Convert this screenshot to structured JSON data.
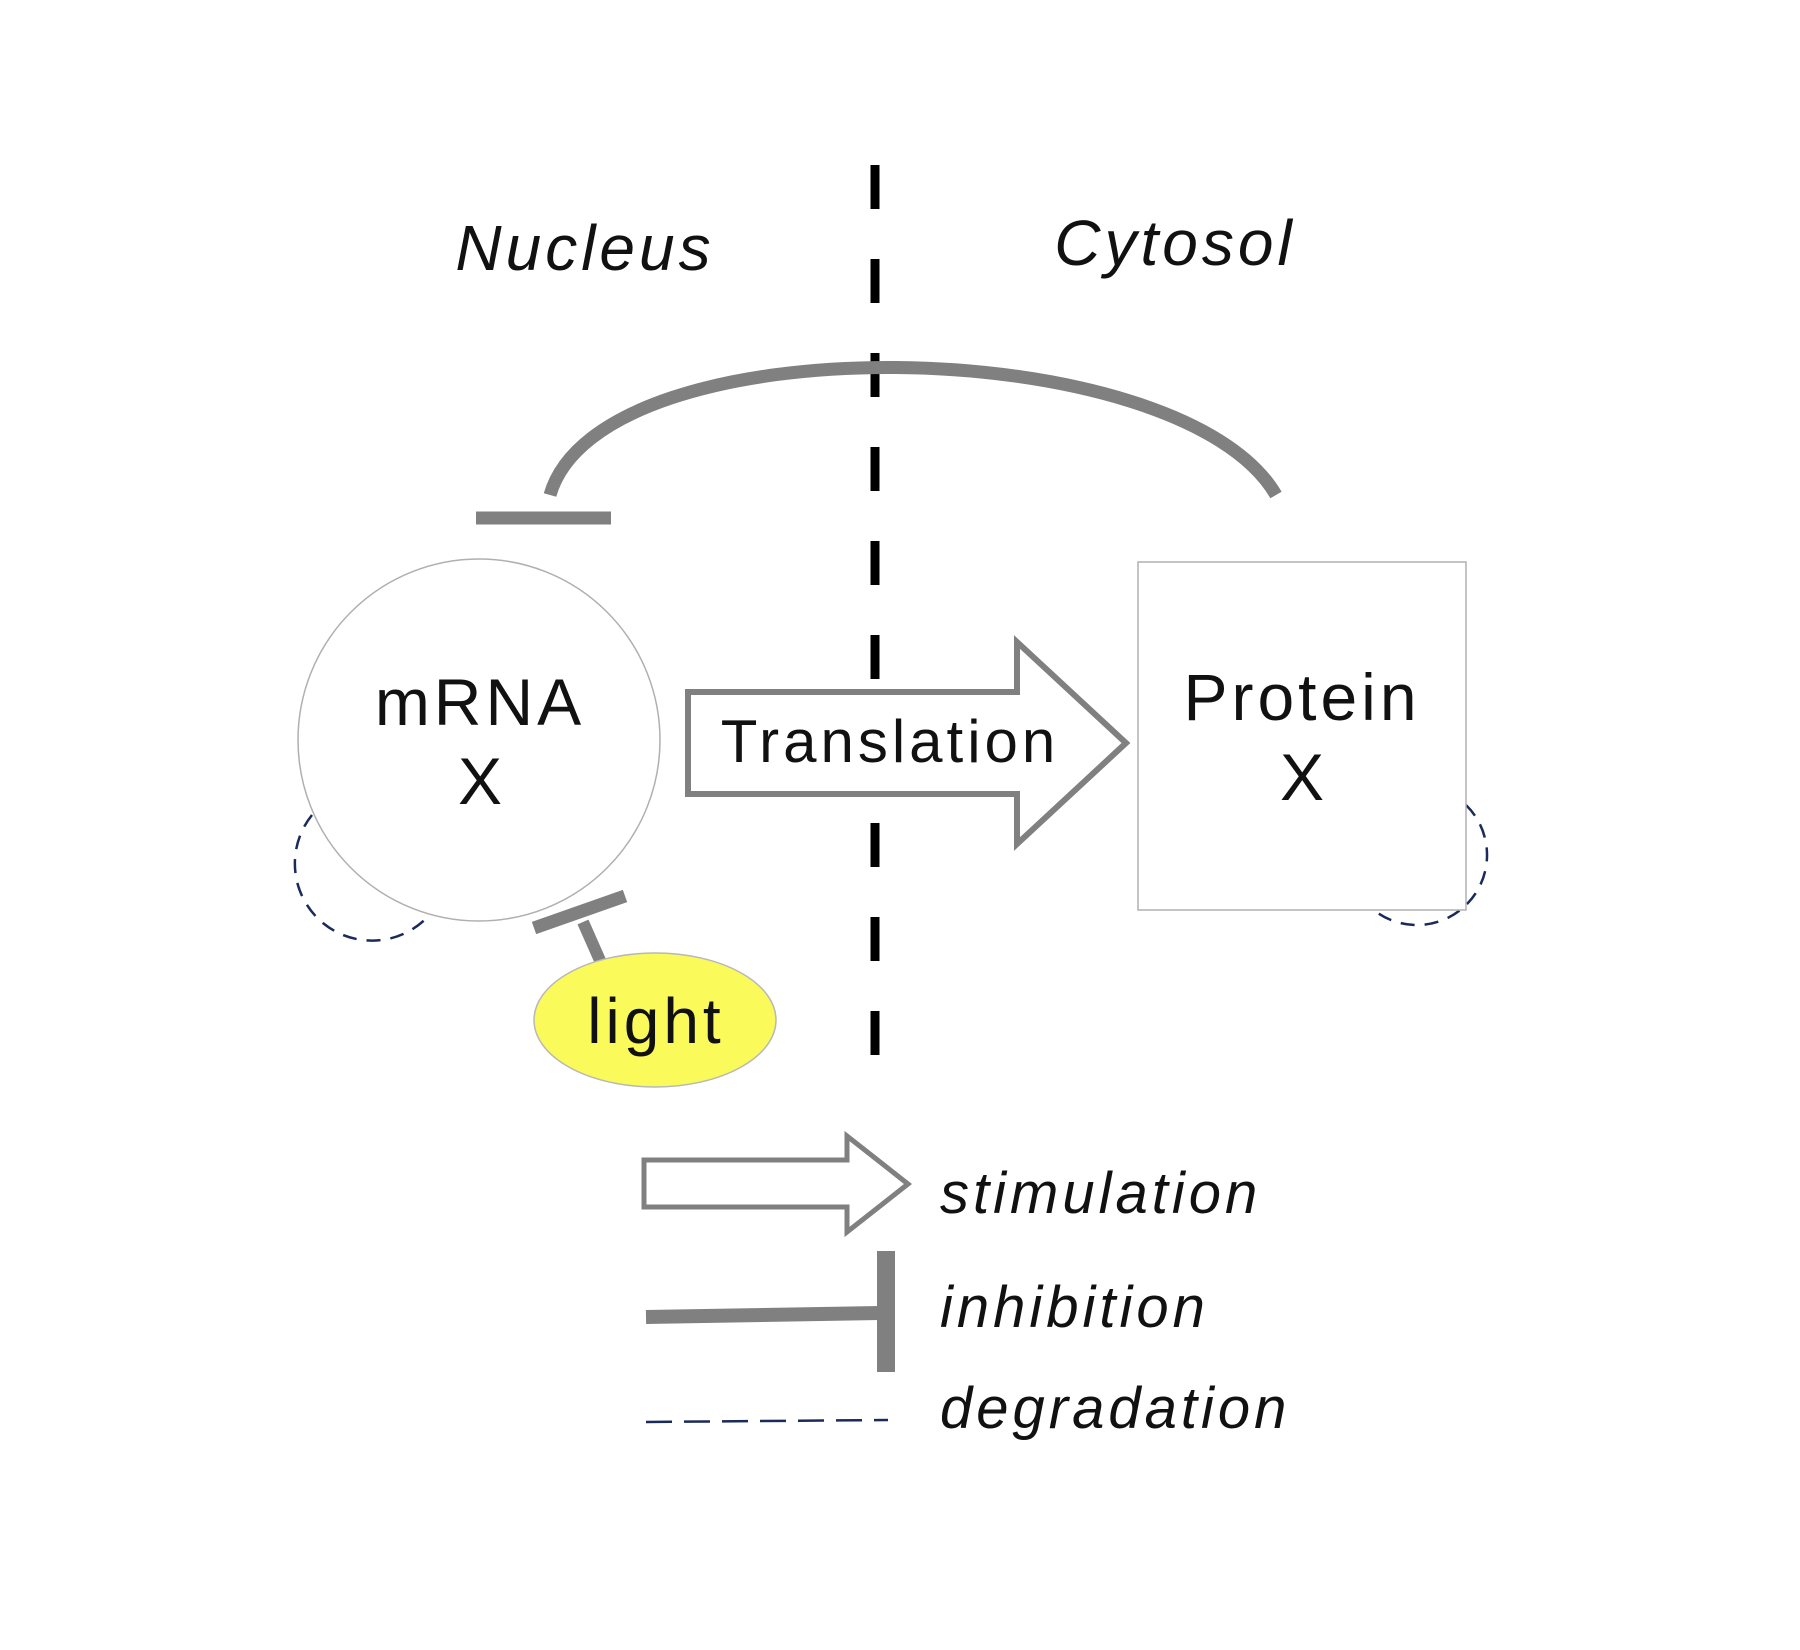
{
  "compartments": {
    "left": "Nucleus",
    "right": "Cytosol"
  },
  "nodes": {
    "mrna": {
      "line1": "mRNA",
      "line2": "X"
    },
    "protein": {
      "line1": "Protein",
      "line2": "X"
    },
    "light": "light"
  },
  "process": {
    "translation": "Translation"
  },
  "legend": {
    "stimulation": "stimulation",
    "inhibition": "inhibition",
    "degradation": "degradation"
  },
  "colors": {
    "edge": "#808080",
    "divider": "#000000",
    "light_fill": "#fafa5a",
    "degradation": "#1a2a5a"
  }
}
